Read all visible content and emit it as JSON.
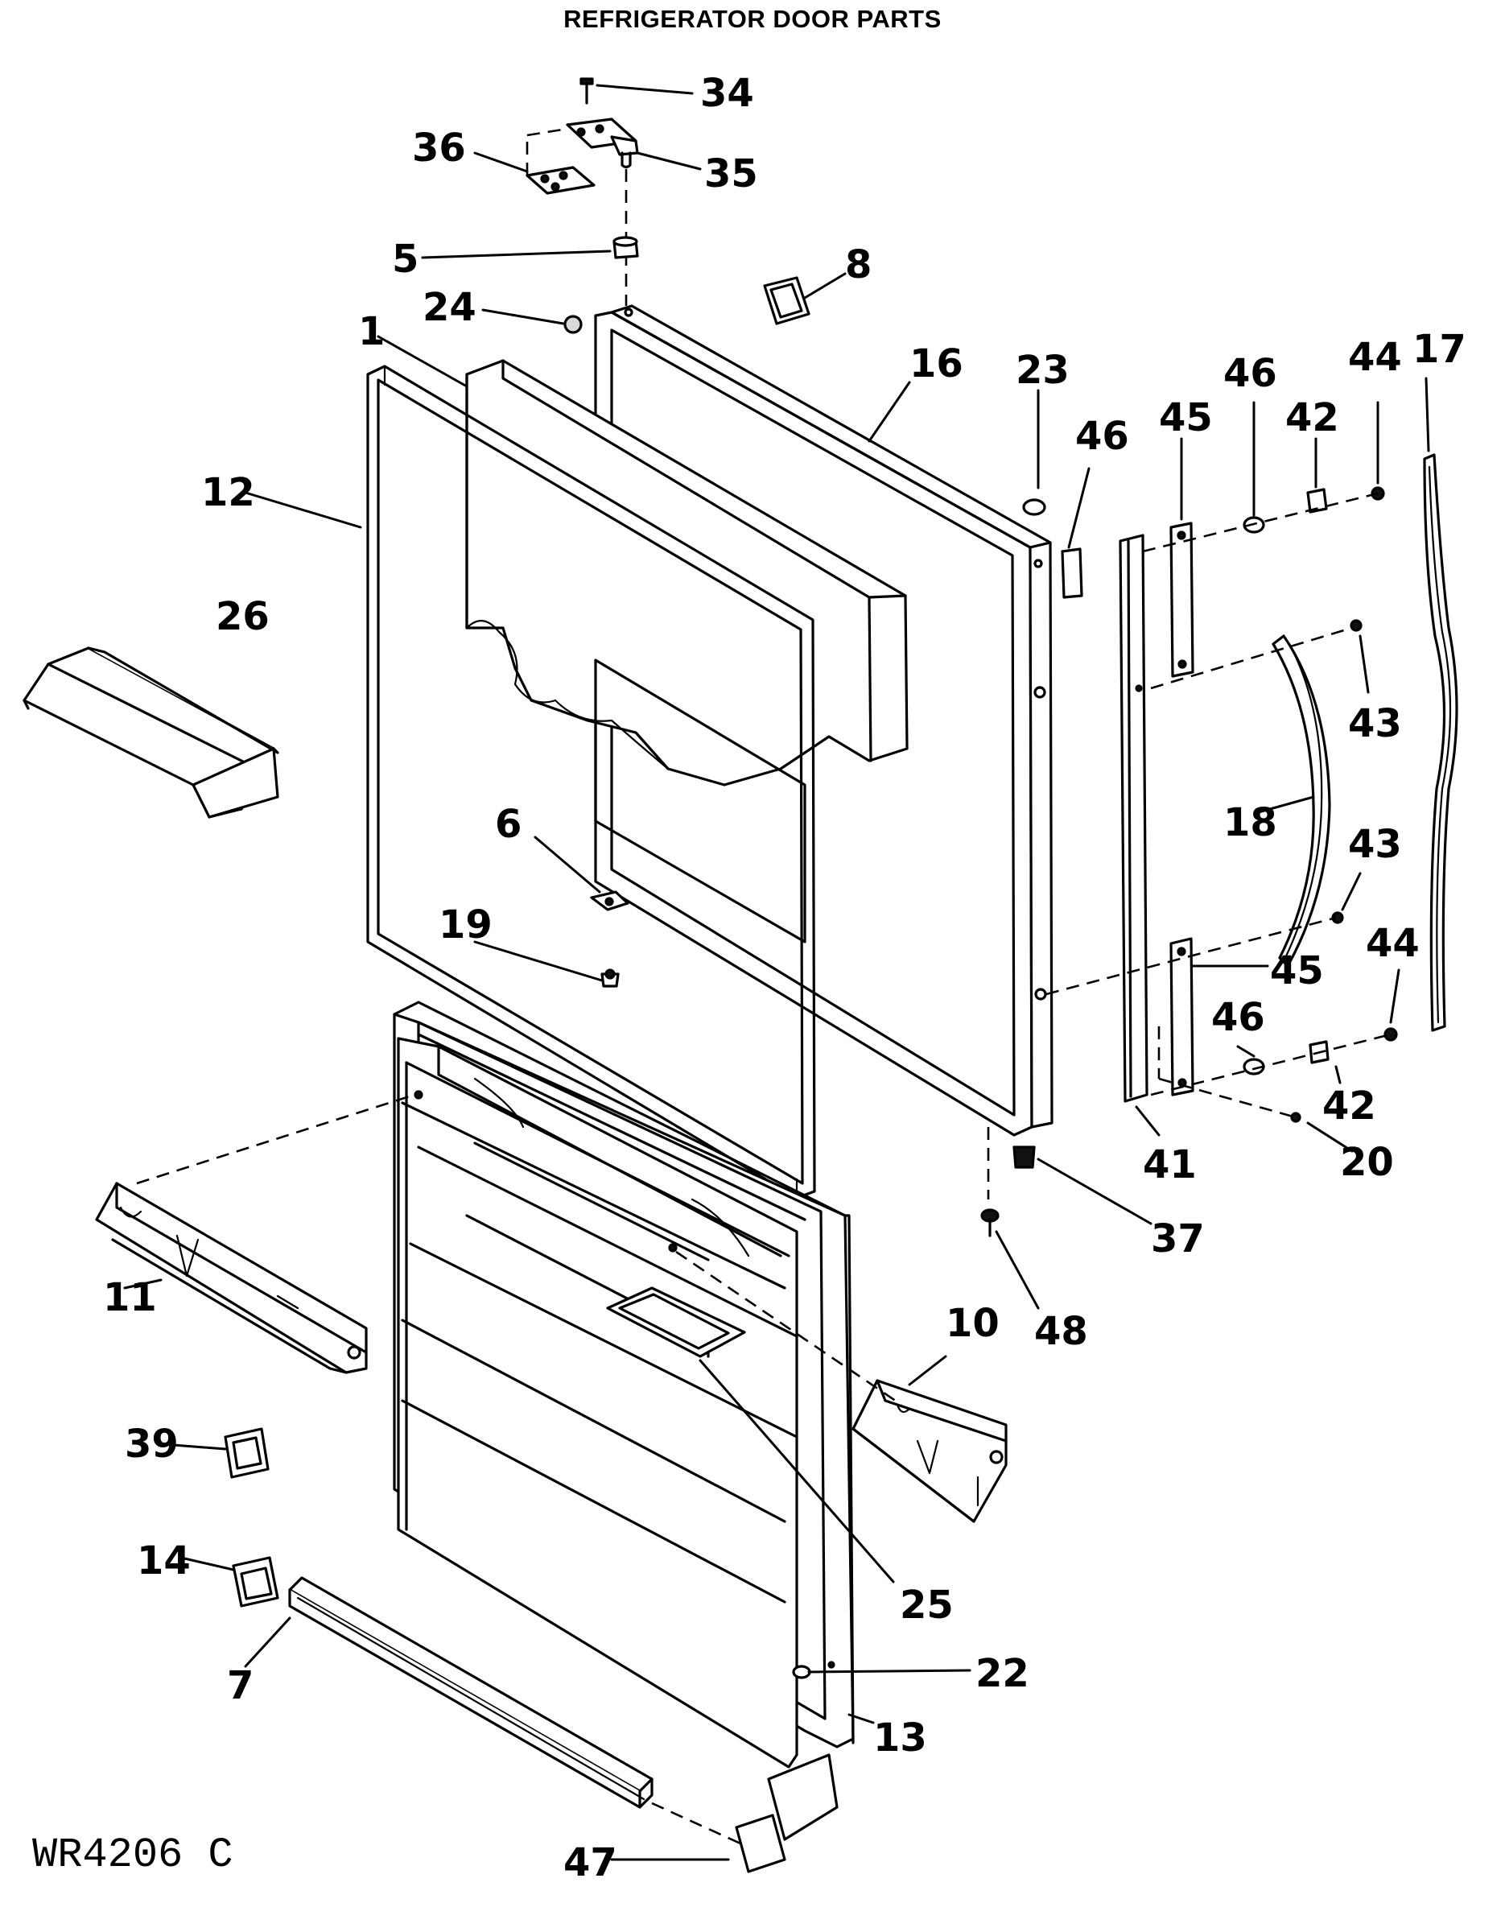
{
  "title": "REFRIGERATOR DOOR PARTS",
  "diagram_code": "WR4206 C",
  "callouts": {
    "c1": "1",
    "c5": "5",
    "c6": "6",
    "c7": "7",
    "c8": "8",
    "c10": "10",
    "c11": "11",
    "c12": "12",
    "c13": "13",
    "c14": "14",
    "c16": "16",
    "c17": "17",
    "c18": "18",
    "c19": "19",
    "c20": "20",
    "c22": "22",
    "c23": "23",
    "c24": "24",
    "c25": "25",
    "c26": "26",
    "c34": "34",
    "c35": "35",
    "c36": "36",
    "c37": "37",
    "c39": "39",
    "c41": "41",
    "c42a": "42",
    "c42b": "42",
    "c43a": "43",
    "c43b": "43",
    "c44a": "44",
    "c44b": "44",
    "c45a": "45",
    "c45b": "45",
    "c46a": "46",
    "c46b": "46",
    "c46c": "46",
    "c47": "47",
    "c48": "48"
  }
}
